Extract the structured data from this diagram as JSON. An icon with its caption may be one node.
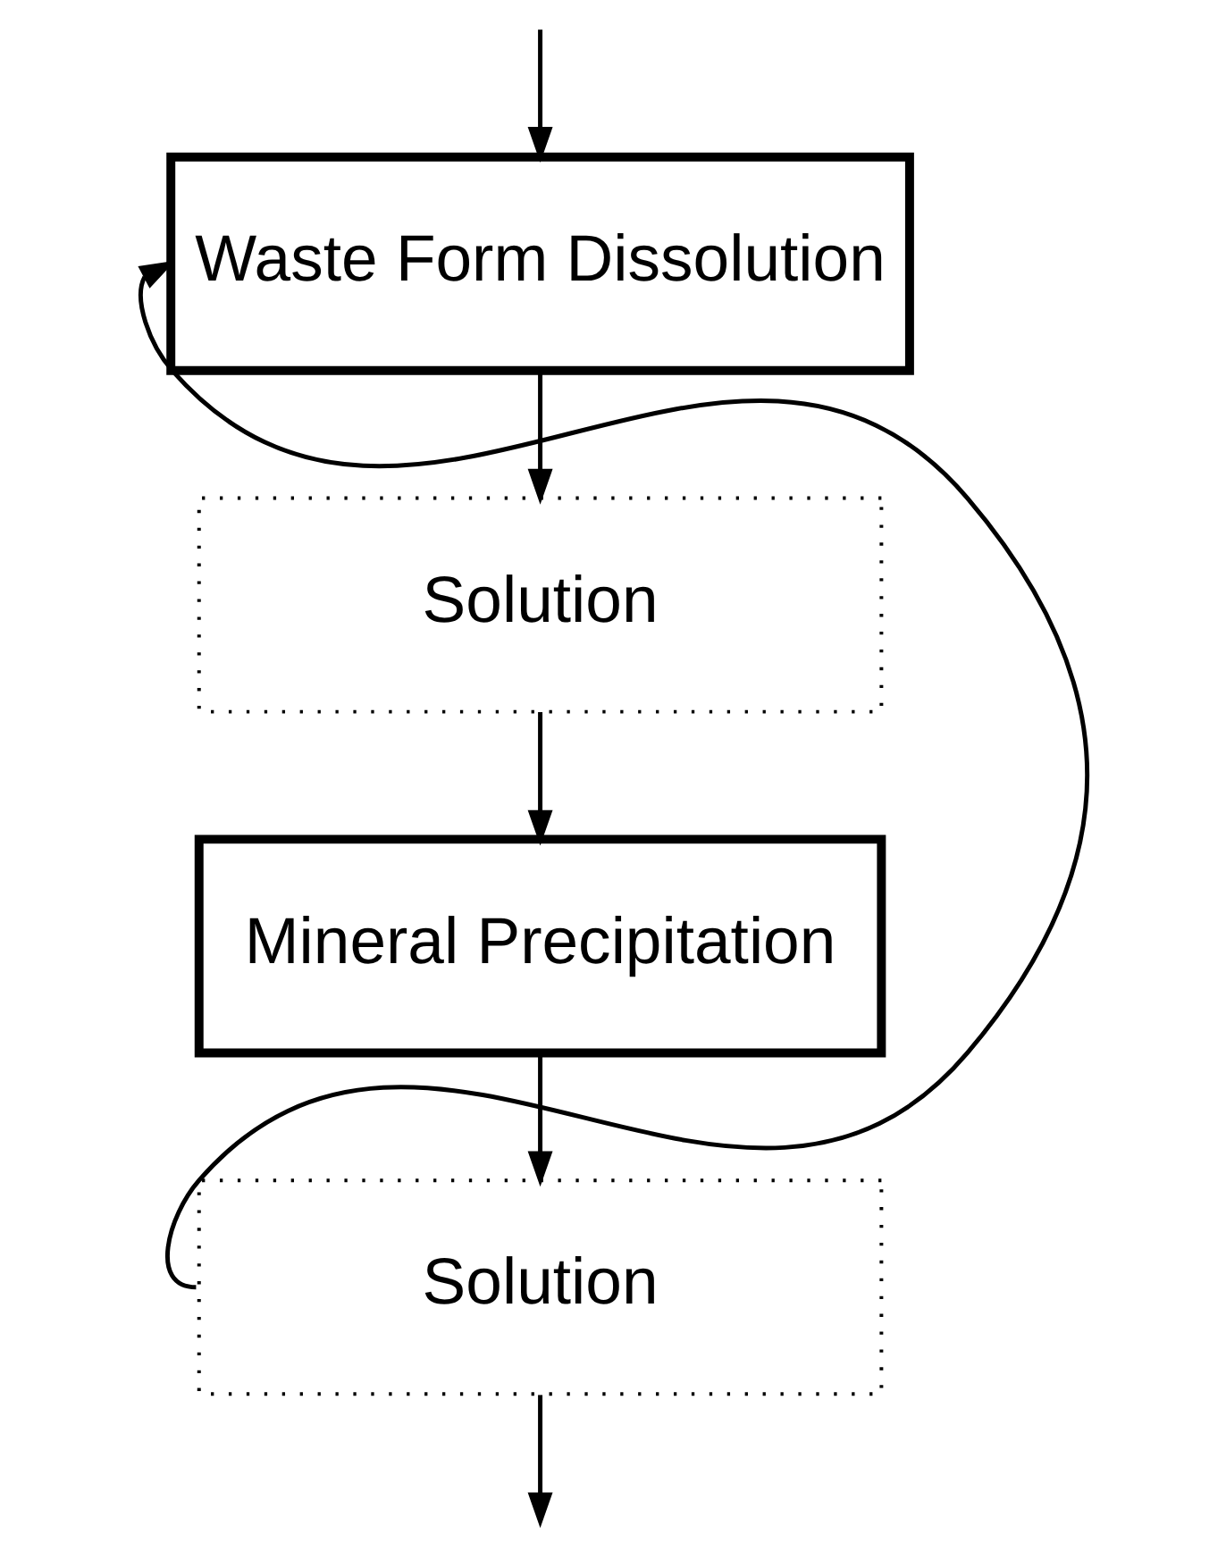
{
  "diagram": {
    "nodes": [
      {
        "text": [
          "Waste Form Dissolution"
        ]
      },
      {
        "text": [
          "Solution"
        ]
      },
      {
        "text": [
          "Mineral Precipitation"
        ]
      },
      {
        "text": [
          "Solution"
        ]
      }
    ],
    "edges": [
      {
        "from": null,
        "to": 0,
        "arrow": "to"
      },
      {
        "from": 0,
        "to": 1,
        "arrow": "to"
      },
      {
        "from": 1,
        "to": 2,
        "arrow": "to"
      },
      {
        "from": 2,
        "to": 3,
        "arrow": "to"
      },
      {
        "from": 3,
        "to": 0,
        "arrow": "to"
      },
      {
        "from": 3,
        "to": null,
        "arrow": "to"
      }
    ]
  }
}
